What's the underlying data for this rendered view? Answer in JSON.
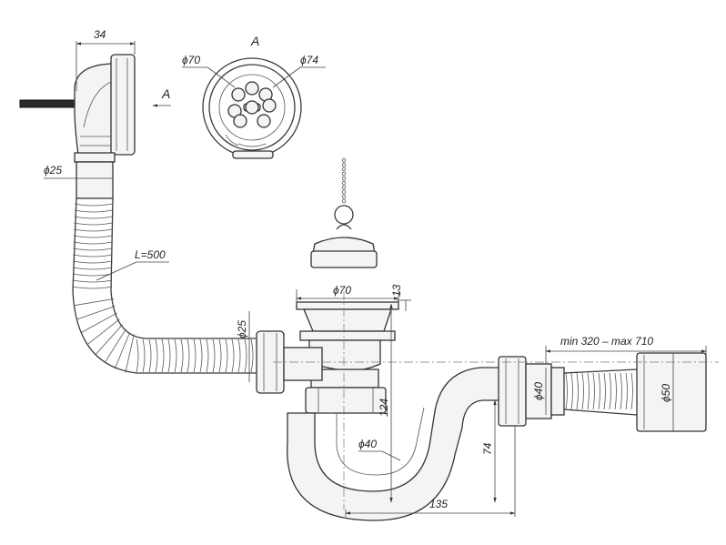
{
  "labels": {
    "dim_34": "34",
    "view_a_top": "A",
    "view_a_arrow": "A",
    "d70_top": "ϕ70",
    "d74_top": "ϕ74",
    "d25_left": "ϕ25",
    "hose_length": "L=500",
    "d25_joint": "ϕ25",
    "d70_drain": "ϕ70",
    "dim_13": "13",
    "outlet_range": "min 320 – max 710",
    "d40_outlet": "ϕ40",
    "d50_outlet": "ϕ50",
    "dim_124": "124",
    "d40_trap": "ϕ40",
    "dim_74": "74",
    "dim_135": "135"
  }
}
